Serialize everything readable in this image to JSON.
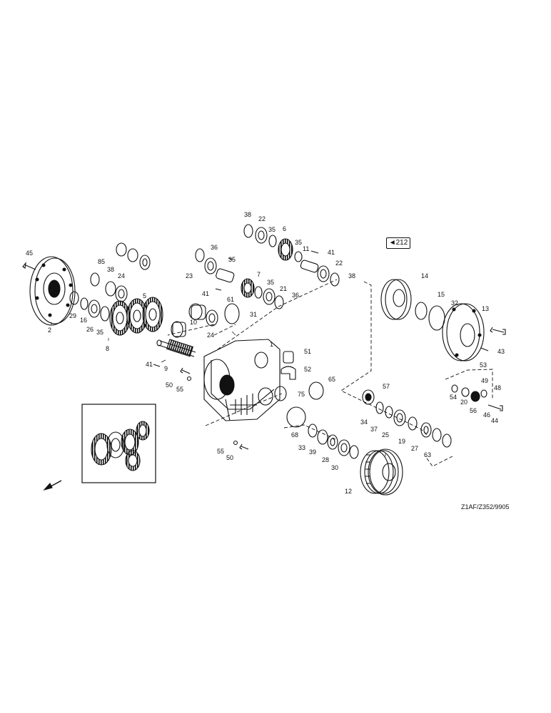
{
  "page_ref": "◄212",
  "drawing_code": "Z1AF/Z352/9905",
  "part_numbers": {
    "p45": "45",
    "p2": "2",
    "p29": "29",
    "p16": "16",
    "p26a": "26",
    "p35a": "35",
    "p8": "8",
    "p85": "85",
    "p38a": "38",
    "p24a": "24",
    "p5": "5",
    "p36a": "36",
    "p23a": "23",
    "p35b": "35",
    "p41a": "41",
    "p61": "61",
    "p7": "7",
    "p35c": "35",
    "p21": "21",
    "p36b": "36",
    "p38b": "38",
    "p22a": "22",
    "p35d": "35",
    "p6": "6",
    "p35e": "35",
    "p11": "11",
    "p41b": "41",
    "p22b": "22",
    "p38c": "38",
    "p10": "10",
    "p24b": "24",
    "p31": "31",
    "p1": "1",
    "p41c": "41",
    "p9": "9",
    "p50a": "50",
    "p55a": "55",
    "p51": "51",
    "p52": "52",
    "p65": "65",
    "p75": "75",
    "p55b": "55",
    "p50b": "50",
    "p14": "14",
    "p15": "15",
    "p32": "32",
    "p13": "13",
    "p43": "43",
    "p53": "53",
    "p49": "49",
    "p48": "48",
    "p54": "54",
    "p20": "20",
    "p56": "56",
    "p46": "46",
    "p44": "44",
    "p57": "57",
    "p34": "34",
    "p37": "37",
    "p25": "25",
    "p19": "19",
    "p27": "27",
    "p63": "63",
    "p68": "68",
    "p33": "33",
    "p39": "39",
    "p28": "28",
    "p30": "30",
    "p12": "12"
  },
  "colors": {
    "line": "#111111",
    "background": "#ffffff"
  }
}
